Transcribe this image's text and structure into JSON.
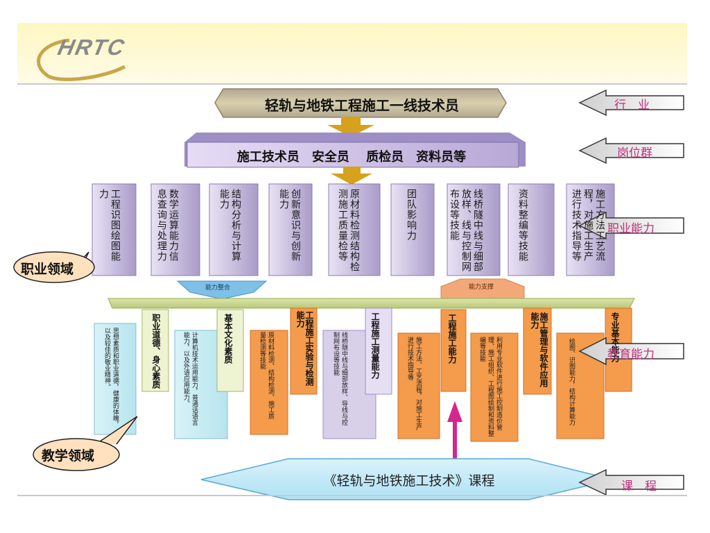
{
  "header": {
    "logo_text": "HRTC"
  },
  "industry_title": "轻轨与地铁工程施工一线技术员",
  "positions_title": "施工技术员　安全员　 质检员　资料员等",
  "right_labels": {
    "industry": "行　业",
    "positions": "岗位群",
    "vocational": "职业能力",
    "teaching": "教育能力",
    "course": "课　程"
  },
  "callouts": {
    "vocational_domain": "职业领域",
    "teaching_domain": "教学领域"
  },
  "vocational_abilities": [
    "工程识图绘图能力",
    "数学运算能力信息查询与处理力",
    "结构分析与计算能力",
    "创新意识与创新能力",
    "原材料检测结构检测施工质量检等",
    "团队影响力",
    "线桥隧中线与细部放样、线与控制网布设等技能",
    "资料整编等技能",
    "施工方法工艺流程，对施工生产进行技术指导等"
  ],
  "arrows": {
    "integrate": "能力整合",
    "support": "能力支撑"
  },
  "teaching_modules": [
    {
      "header": "职业道德、身心素质",
      "body": "思想素质和职业道德，健康的体魄，以及较佳的敬业精神。"
    },
    {
      "header": "基本文化素质",
      "body": "计算机技术运用能力，普通话语言能力，以及外语应用能力。"
    },
    {
      "header": "工程施工实验与检测能力",
      "body": "原材料检测、结构检测、施工质量检测等技能"
    },
    {
      "header": "工程施工测量能力",
      "body": "线桥隧中线与细部放样、导线与控制网布设等技能"
    },
    {
      "header": "工程施工能力",
      "body": "施工方法、工艺流程，对施工生产进行技术指导等"
    },
    {
      "header": "施工管理与软件应用能力",
      "body": "利用专业软件进行施工控制造价管理、施工组织、工程图绘制和资料整编等技能"
    },
    {
      "header": "专业基本能力",
      "body": "绘图、识图能力，结构计算能力"
    }
  ],
  "course_title": "《轻轨与地铁施工技术》课程"
}
